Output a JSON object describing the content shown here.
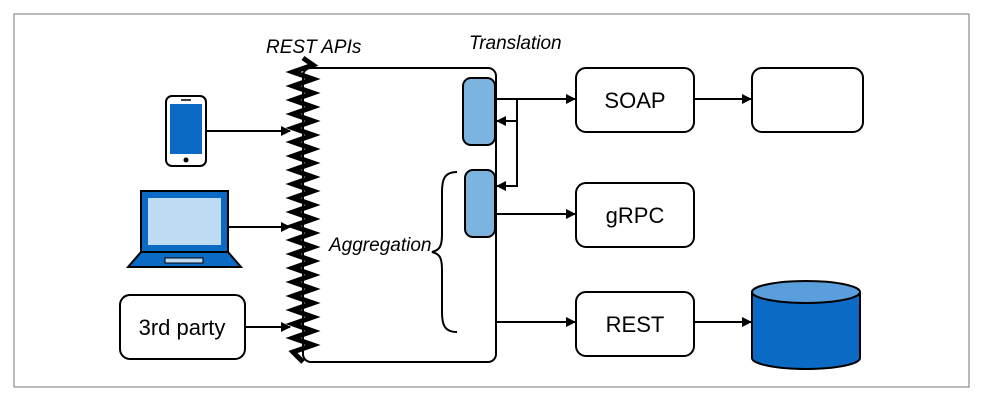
{
  "diagram": {
    "labels": {
      "rest_apis": "REST APIs",
      "translation": "Translation",
      "aggregation": "Aggregation",
      "third_party": "3rd party",
      "soap": "SOAP",
      "grpc": "gRPC",
      "rest": "REST"
    },
    "colors": {
      "accent_blue": "#0b6bc4",
      "light_blue": "#bfdcf3",
      "adapter_blue": "#7db3df",
      "stroke": "#000000"
    },
    "icons": [
      "smartphone-icon",
      "laptop-icon",
      "database-icon"
    ]
  }
}
